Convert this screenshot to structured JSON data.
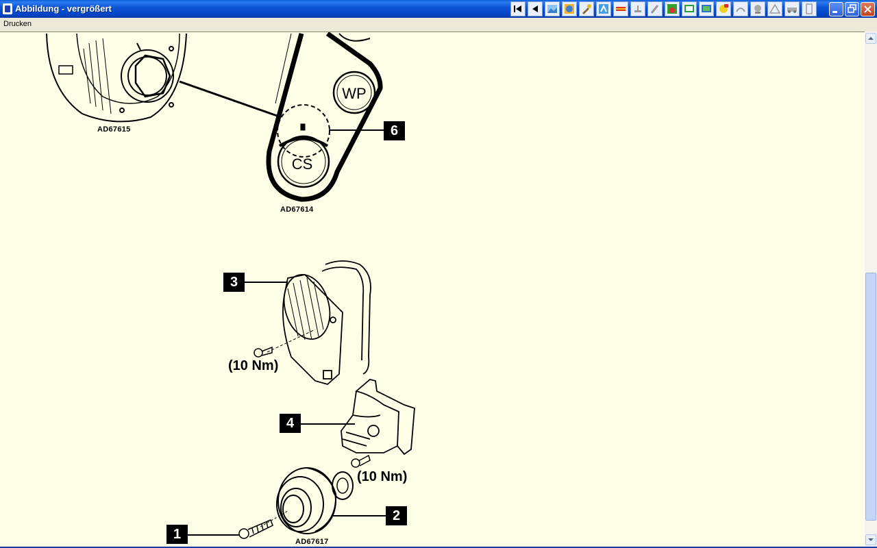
{
  "window": {
    "title": "Abbildung - vergrößert"
  },
  "menu": {
    "print": "Drucken"
  },
  "toolbar": {
    "icons": [
      "first-page-icon",
      "previous-page-icon",
      "image-icon",
      "globe-icon",
      "tools-icon",
      "diagnosis-icon",
      "ruler-icon",
      "wrench-icon",
      "brush-icon",
      "people-icon",
      "screen-icon",
      "screen-settings-icon",
      "smiley-icon",
      "tuning-icon",
      "gray-tools-icon",
      "warning-icon",
      "gray-car-icon",
      "document-icon"
    ]
  },
  "diagram": {
    "labels": {
      "sprocket_ref": "AD67615",
      "belt_ref": "AD67614",
      "parts_ref": "AD67617"
    },
    "circles": {
      "water_pump": "WP",
      "crankshaft": "CS"
    },
    "callouts": {
      "one": "1",
      "two": "2",
      "three": "3",
      "four": "4",
      "six": "6"
    },
    "torques": {
      "cover": "(10 Nm)",
      "bracket": "(10 Nm)"
    }
  },
  "colors": {
    "background": "#ffffe7",
    "titlebar": "#0a55d4",
    "ink": "#000000"
  }
}
